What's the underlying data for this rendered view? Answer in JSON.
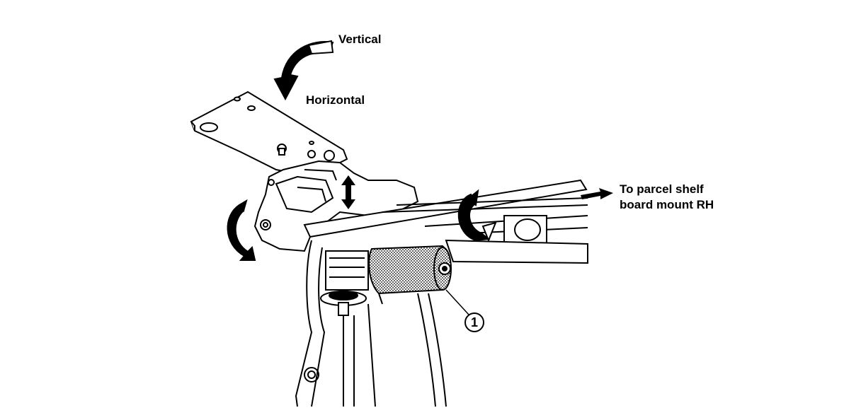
{
  "labels": {
    "vertical": "Vertical",
    "horizontal": "Horizontal",
    "parcel_line1": "To parcel shelf",
    "parcel_line2": "board mount RH",
    "callout": "1"
  },
  "colors": {
    "ink": "#000000",
    "paper": "#ffffff",
    "motor_shade": "#5a5a5a"
  },
  "icons": [
    "curved-rotation-arrow-icon",
    "double-vertical-arrow-icon",
    "right-arrow-icon",
    "rotation-arrow-icon"
  ]
}
